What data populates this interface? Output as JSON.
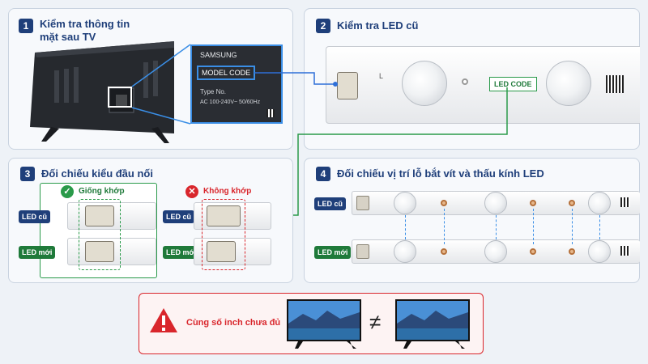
{
  "panel1": {
    "number": "1",
    "title_line1": "Kiểm tra thông tin",
    "title_line2": "mặt sau TV"
  },
  "label": {
    "brand": "SAMSUNG",
    "model_code": "MODEL CODE",
    "type_no": "Type No.",
    "power": "AC 100-240V~ 50/60Hz"
  },
  "panel2": {
    "number": "2",
    "title": "Kiểm tra LED cũ",
    "led_code": "LED CODE",
    "strip_letter": "L"
  },
  "panel3": {
    "number": "3",
    "title": "Đối chiếu kiểu đầu nối",
    "match_label": "Giống khớp",
    "nomatch_label": "Không khớp",
    "led_old": "LED cũ",
    "led_new": "LED mới"
  },
  "panel4": {
    "number": "4",
    "title": "Đối chiếu vị trí lỗ bắt vít và thấu kính LED",
    "led_old": "LED cũ",
    "led_new": "LED mới"
  },
  "warning": {
    "text": "Cùng số inch chưa đủ",
    "symbol": "≠"
  },
  "colors": {
    "navy": "#1f3f7a",
    "green": "#1f7a3a",
    "red": "#d9262c",
    "link_blue": "#2e6fd8",
    "link_green": "#2a9a4a"
  }
}
